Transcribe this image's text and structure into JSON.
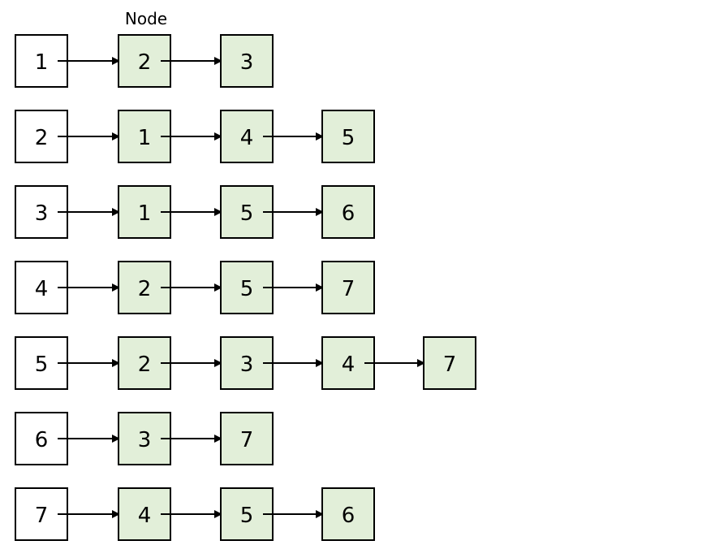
{
  "caption": "Node",
  "colors": {
    "head_fill": "#ffffff",
    "node_fill": "#e2efd9",
    "stroke": "#000000"
  },
  "adjacency_list": [
    {
      "vertex": "1",
      "neighbors": [
        "2",
        "3"
      ]
    },
    {
      "vertex": "2",
      "neighbors": [
        "1",
        "4",
        "5"
      ]
    },
    {
      "vertex": "3",
      "neighbors": [
        "1",
        "5",
        "6"
      ]
    },
    {
      "vertex": "4",
      "neighbors": [
        "2",
        "5",
        "7"
      ]
    },
    {
      "vertex": "5",
      "neighbors": [
        "2",
        "3",
        "4",
        "7"
      ]
    },
    {
      "vertex": "6",
      "neighbors": [
        "3",
        "7"
      ]
    },
    {
      "vertex": "7",
      "neighbors": [
        "4",
        "5",
        "6"
      ]
    }
  ]
}
